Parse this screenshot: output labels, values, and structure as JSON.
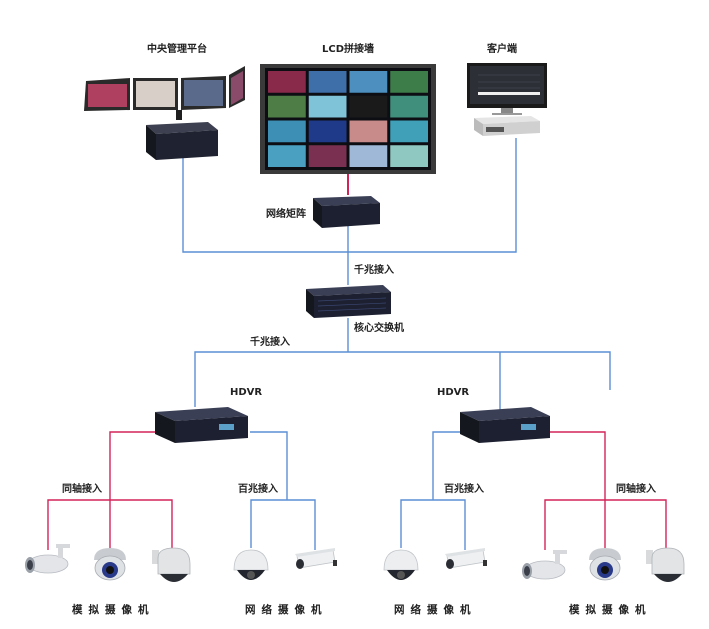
{
  "title": "视频监控系统网络拓扑图",
  "colors": {
    "network_line": "#5b8fd6",
    "coax_line": "#d3245a",
    "display_link": "#d3245a",
    "device_dark": "#1d2030",
    "device_top": "#3a3f55",
    "lcd_screen": "#0c0e14",
    "lcd_frame": "#3a3a3a",
    "camera_body": "#e6e8ea"
  },
  "nodes": {
    "central_platform": {
      "label": "中央管理平台",
      "kind": "workstation-multi-monitor"
    },
    "lcd_wall": {
      "label": "LCD拼接墙",
      "kind": "video-wall",
      "rows": 4,
      "cols": 4
    },
    "client": {
      "label": "客户端",
      "kind": "workstation-server"
    },
    "network_matrix": {
      "label": "网络矩阵",
      "kind": "matrix-box"
    },
    "core_switch": {
      "label": "核心交换机",
      "kind": "switch"
    },
    "hdvr_left": {
      "label": "HDVR",
      "kind": "hdvr"
    },
    "hdvr_right": {
      "label": "HDVR",
      "kind": "hdvr"
    }
  },
  "links": {
    "uplink_label": "千兆接入",
    "downlink_label": "千兆接入",
    "left_coax_label": "同轴接入",
    "left_net_label": "百兆接入",
    "right_net_label": "百兆接入",
    "right_coax_label": "同轴接入"
  },
  "camera_groups": [
    {
      "label": "模拟摄像机",
      "type": "analog",
      "cameras": [
        "bullet",
        "dome",
        "ptz"
      ]
    },
    {
      "label": "网络摄像机",
      "type": "network",
      "cameras": [
        "dome",
        "bullet"
      ]
    },
    {
      "label": "网络摄像机",
      "type": "network",
      "cameras": [
        "dome",
        "bullet"
      ]
    },
    {
      "label": "模拟摄像机",
      "type": "analog",
      "cameras": [
        "bullet",
        "dome",
        "ptz"
      ]
    }
  ],
  "lcd_tiles": [
    "#8a2a4a",
    "#3f6fa8",
    "#4d8fbf",
    "#3c7d4a",
    "#4f7d46",
    "#7fc3d8",
    "#1a1a1a",
    "#3f8f7c",
    "#3e8fb5",
    "#203a8a",
    "#c98a8a",
    "#3fa0b8",
    "#4aa0c0",
    "#7a3050",
    "#a0b8d8",
    "#8fc8c0"
  ]
}
